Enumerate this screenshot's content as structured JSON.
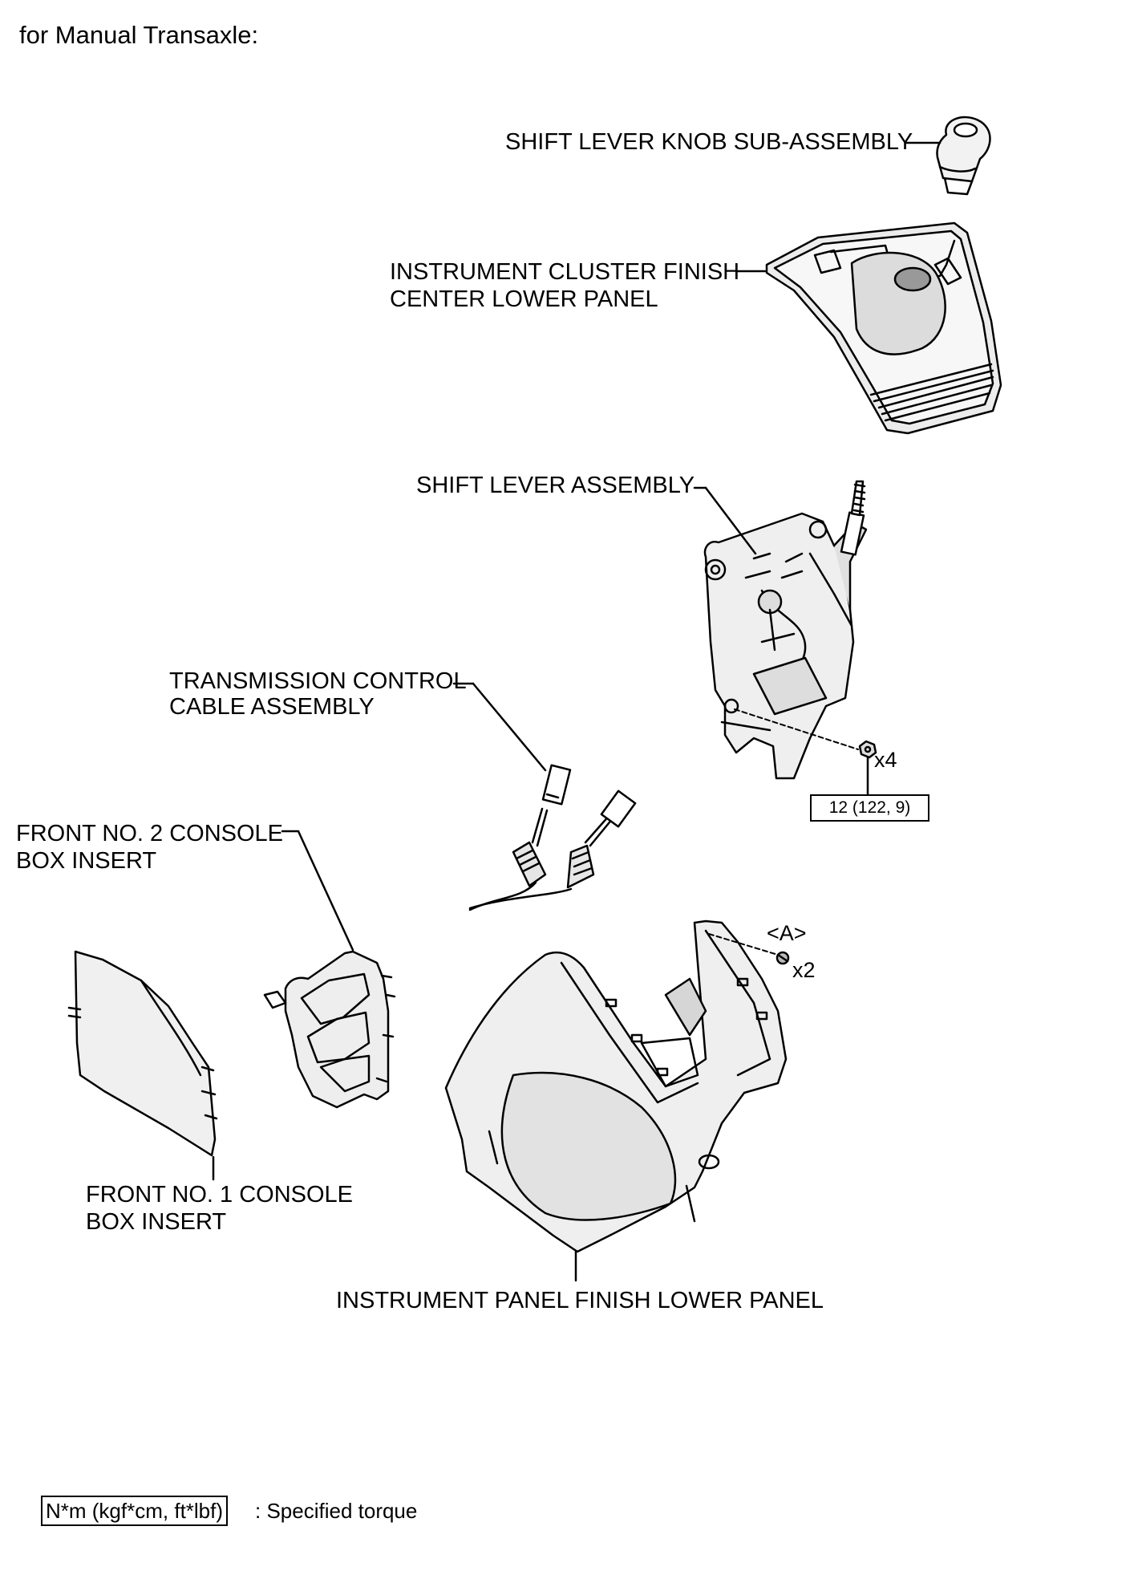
{
  "title": "for Manual Transaxle:",
  "labels": {
    "knob": "SHIFT LEVER KNOB SUB-ASSEMBLY",
    "cluster_1": "INSTRUMENT CLUSTER FINISH",
    "cluster_2": "CENTER LOWER PANEL",
    "shift_lever": "SHIFT LEVER ASSEMBLY",
    "cable_1": "TRANSMISSION CONTROL",
    "cable_2": "CABLE ASSEMBLY",
    "insert2_1": "FRONT NO. 2 CONSOLE",
    "insert2_2": "BOX INSERT",
    "insert1_1": "FRONT NO. 1 CONSOLE",
    "insert1_2": "BOX INSERT",
    "lower_panel": "INSTRUMENT PANEL FINISH LOWER PANEL"
  },
  "fasteners": {
    "nut_qty": "x4",
    "nut_torque": "12 (122,  9)",
    "screw_ref": "<A>",
    "screw_qty": "x2"
  },
  "legend": {
    "box": "N*m (kgf*cm, ft*lbf)",
    "text": ": Specified torque"
  }
}
